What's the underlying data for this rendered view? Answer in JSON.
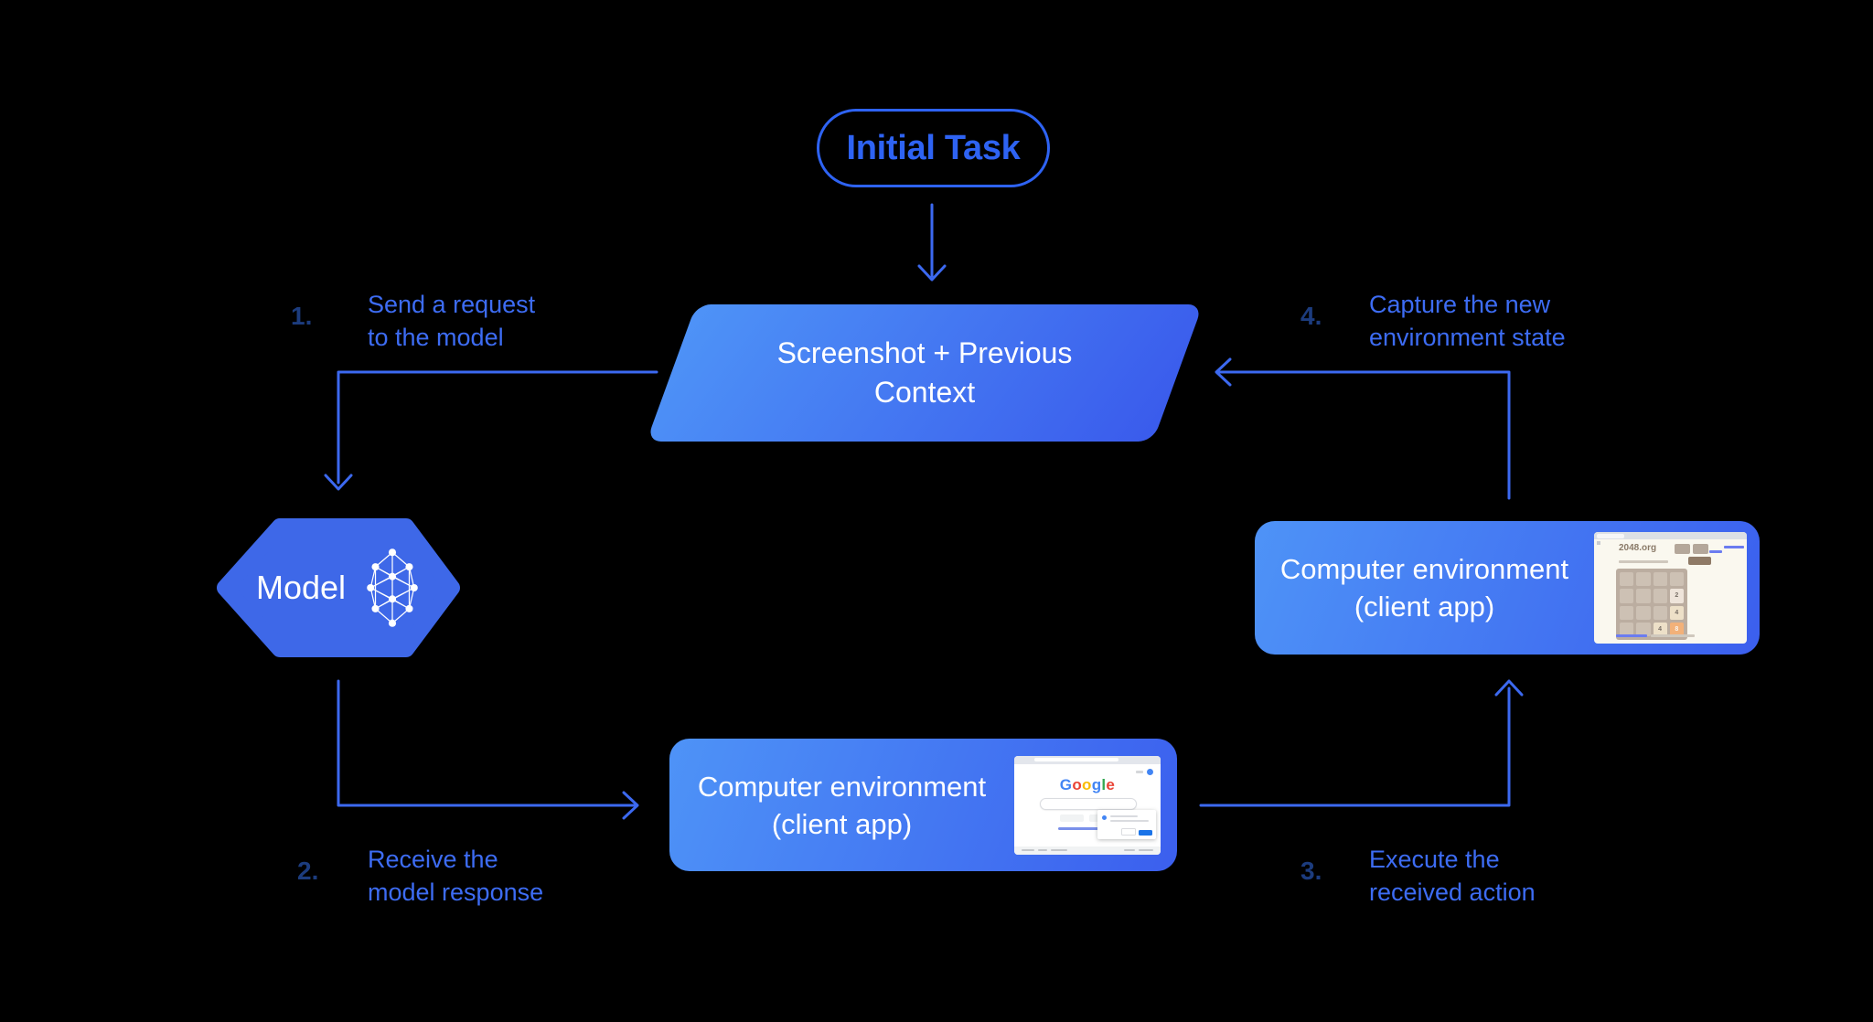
{
  "title_pill": {
    "label": "Initial Task"
  },
  "parallelogram": {
    "line1": "Screenshot + Previous",
    "line2": "Context"
  },
  "model": {
    "label": "Model",
    "icon": "neural-network-icon"
  },
  "env_bottom": {
    "line1": "Computer environment",
    "line2": "(client app)",
    "thumbnail": "google-search-page"
  },
  "env_right": {
    "line1": "Computer environment",
    "line2": "(client app)",
    "thumbnail": "2048-game-page"
  },
  "steps": [
    {
      "number": "1.",
      "line1": "Send a request",
      "line2": "to the model"
    },
    {
      "number": "2.",
      "line1": "Receive the",
      "line2": "model response"
    },
    {
      "number": "3.",
      "line1": "Execute the",
      "line2": "received action"
    },
    {
      "number": "4.",
      "line1": "Capture the new",
      "line2": "environment state"
    }
  ],
  "thumbnails": {
    "google": {
      "logo_letters": [
        {
          "ch": "G",
          "color": "#4285F4"
        },
        {
          "ch": "o",
          "color": "#EA4335"
        },
        {
          "ch": "o",
          "color": "#FBBC05"
        },
        {
          "ch": "g",
          "color": "#4285F4"
        },
        {
          "ch": "l",
          "color": "#34A853"
        },
        {
          "ch": "e",
          "color": "#EA4335"
        }
      ]
    },
    "game2048": {
      "site_title": "2048.org",
      "tiles": [
        {
          "row": 1,
          "col": 3,
          "value": "2",
          "bg": "#eee4da",
          "fg": "#776e65"
        },
        {
          "row": 2,
          "col": 3,
          "value": "4",
          "bg": "#ede0c8",
          "fg": "#776e65"
        },
        {
          "row": 3,
          "col": 2,
          "value": "4",
          "bg": "#ede0c8",
          "fg": "#776e65"
        },
        {
          "row": 3,
          "col": 3,
          "value": "8",
          "bg": "#f2b179",
          "fg": "#f9f6f2"
        }
      ]
    }
  },
  "colors": {
    "background": "#000000",
    "accent_outline": "#2E63F3",
    "arrow": "#3C69F0",
    "label_text": "#3D6CF3",
    "step_number": "#1C3C7E",
    "shape_gradient_start": "#4E93F7",
    "shape_gradient_end": "#3A5BEC",
    "hexagon_fill": "#3E68E8",
    "shape_text": "#FFFFFF"
  }
}
